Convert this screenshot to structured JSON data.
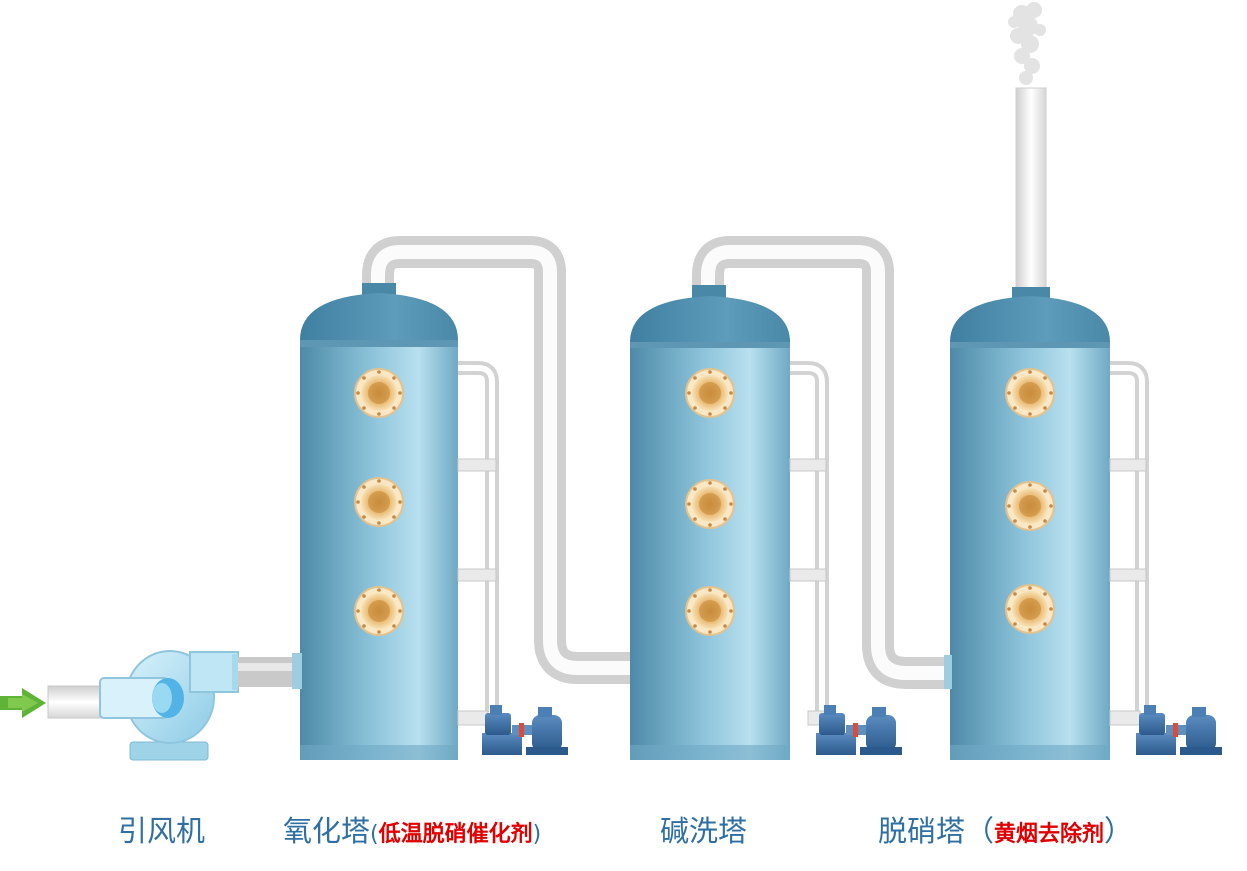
{
  "labels": {
    "fan": "引风机",
    "tower1": "氧化塔",
    "tower1_note": "低温脱硝催化剂",
    "tower2": "碱洗塔",
    "tower3": "脱硝塔",
    "tower3_note": "黄烟去除剂",
    "paren_open": "(",
    "paren_close": ")",
    "paren_open_wide": "（",
    "paren_close_wide": "）"
  },
  "colors": {
    "tower_body": "#6fa9c4",
    "tower_highlight": "#b8e0ef",
    "pipe": "#f2f2f2",
    "pump": "#3d6fa3",
    "note_text": "#e00000",
    "label_text": "#2f6fa3",
    "inlet_arrow": "#5fb336",
    "porthole": "#f5d9a6"
  }
}
